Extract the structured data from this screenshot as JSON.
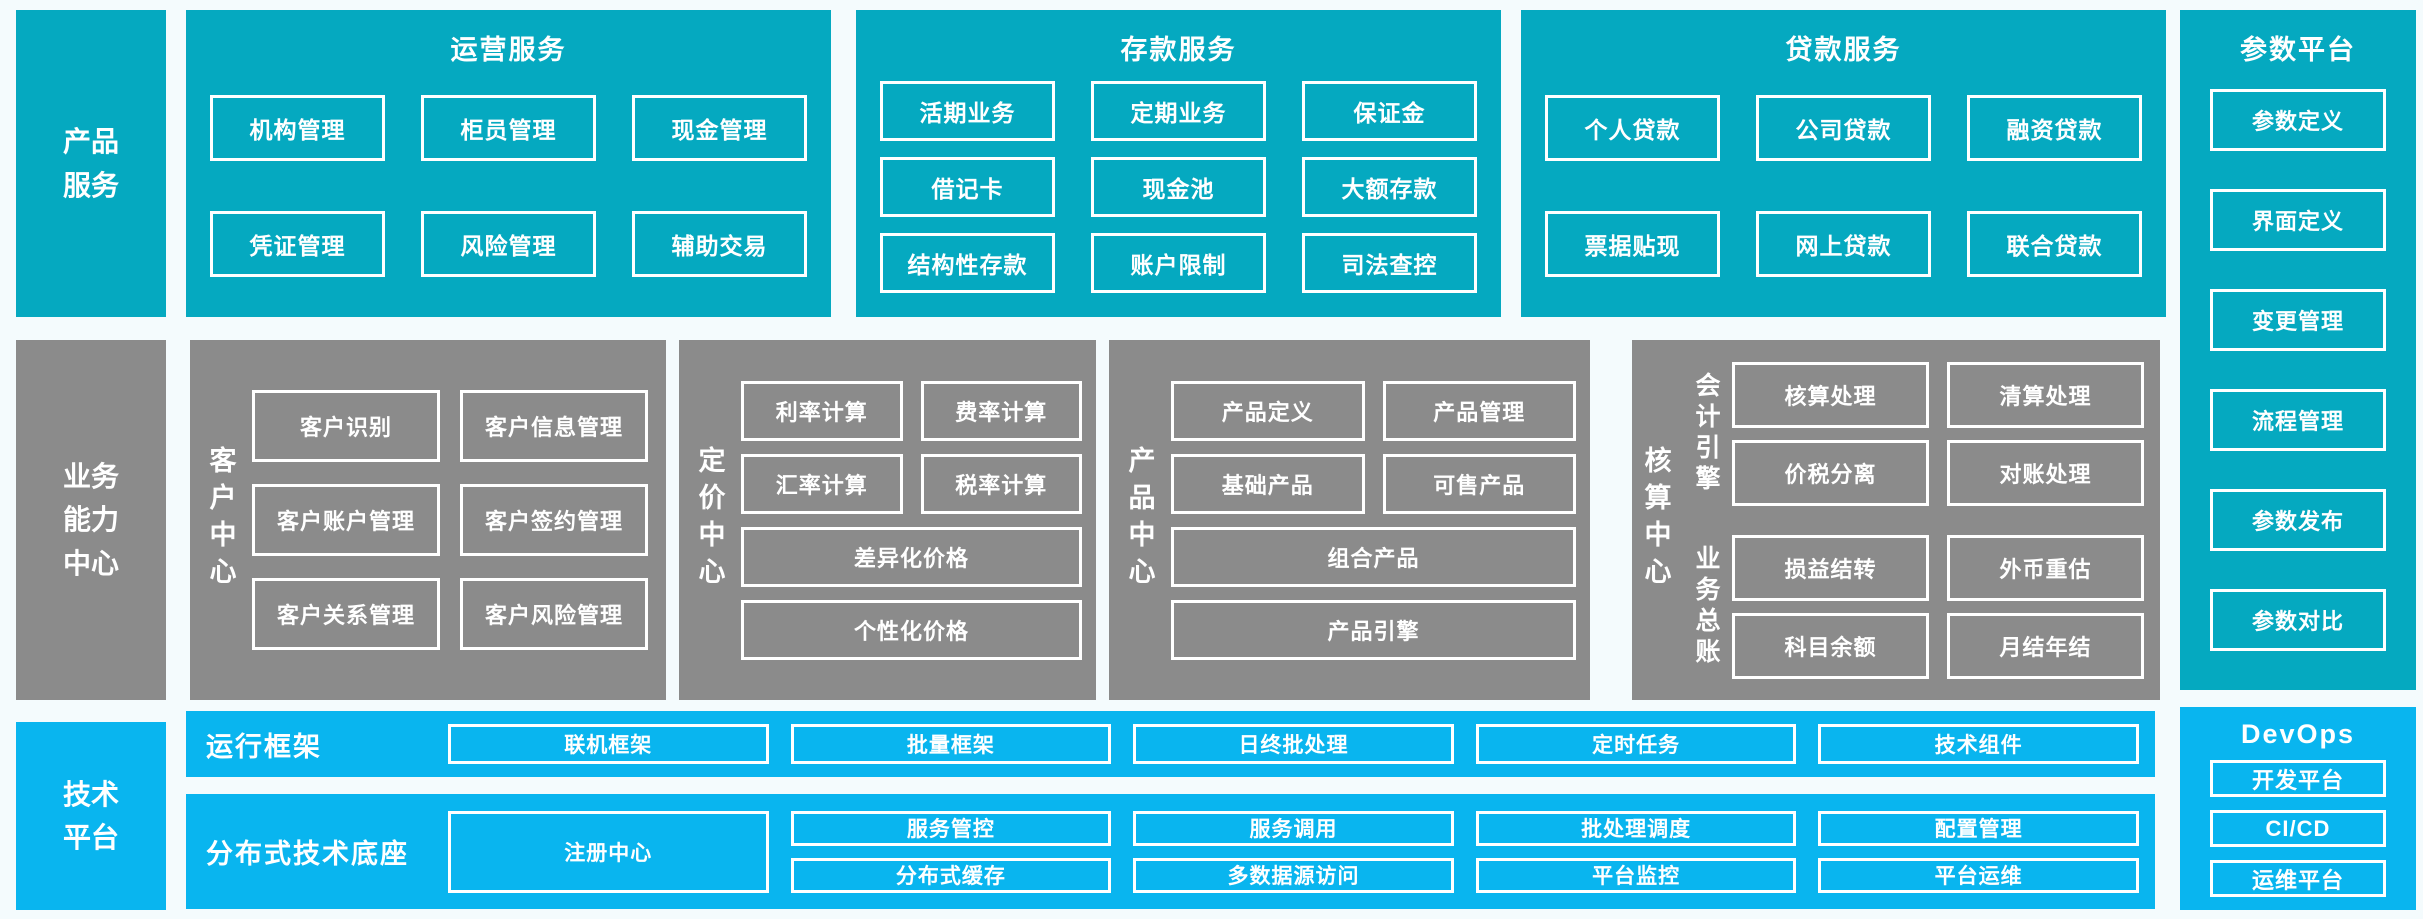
{
  "colors": {
    "teal": "#05a9c0",
    "gray": "#8b8b8b",
    "blue": "#09b5ef",
    "text": "#ffffff"
  },
  "rails": {
    "product_services": "产品\n服务",
    "business_capability": "业务\n能力\n中心",
    "tech_platform": "技术\n平台"
  },
  "top_blocks": [
    {
      "title": "运营服务",
      "items": [
        "机构管理",
        "柜员管理",
        "现金管理",
        "凭证管理",
        "风险管理",
        "辅助交易"
      ]
    },
    {
      "title": "存款服务",
      "items": [
        "活期业务",
        "定期业务",
        "保证金",
        "借记卡",
        "现金池",
        "大额存款",
        "结构性存款",
        "账户限制",
        "司法查控"
      ]
    },
    {
      "title": "贷款服务",
      "items": [
        "个人贷款",
        "公司贷款",
        "融资贷款",
        "票据贴现",
        "网上贷款",
        "联合贷款"
      ]
    }
  ],
  "param_platform": {
    "title": "参数平台",
    "items": [
      "参数定义",
      "界面定义",
      "变更管理",
      "流程管理",
      "参数发布",
      "参数对比"
    ]
  },
  "centers": {
    "customer": {
      "label": "客户中心",
      "items": [
        "客户识别",
        "客户信息管理",
        "客户账户管理",
        "客户签约管理",
        "客户关系管理",
        "客户风险管理"
      ]
    },
    "pricing": {
      "label": "定价中心",
      "grid": [
        "利率计算",
        "费率计算",
        "汇率计算",
        "税率计算"
      ],
      "wide": [
        "差异化价格",
        "个性化价格"
      ]
    },
    "product": {
      "label": "产品中心",
      "grid": [
        "产品定义",
        "产品管理",
        "基础产品",
        "可售产品"
      ],
      "wide": [
        "组合产品",
        "产品引擎"
      ]
    },
    "accounting": {
      "label": "核算中心",
      "groups": [
        {
          "label": "会计引擎",
          "items": [
            "核算处理",
            "清算处理",
            "价税分离",
            "对账处理"
          ]
        },
        {
          "label": "业务总账",
          "items": [
            "损益结转",
            "外币重估",
            "科目余额",
            "月结年结"
          ]
        }
      ]
    }
  },
  "runtime_framework": {
    "label": "运行框架",
    "items": [
      "联机框架",
      "批量框架",
      "日终批处理",
      "定时任务",
      "技术组件"
    ]
  },
  "distributed_base": {
    "label": "分布式技术底座",
    "tall_item": "注册中心",
    "pairs": [
      [
        "服务管控",
        "分布式缓存"
      ],
      [
        "服务调用",
        "多数据源访问"
      ],
      [
        "批处理调度",
        "平台监控"
      ],
      [
        "配置管理",
        "平台运维"
      ]
    ]
  },
  "devops": {
    "title": "DevOps",
    "items": [
      "开发平台",
      "CI/CD",
      "运维平台"
    ]
  }
}
